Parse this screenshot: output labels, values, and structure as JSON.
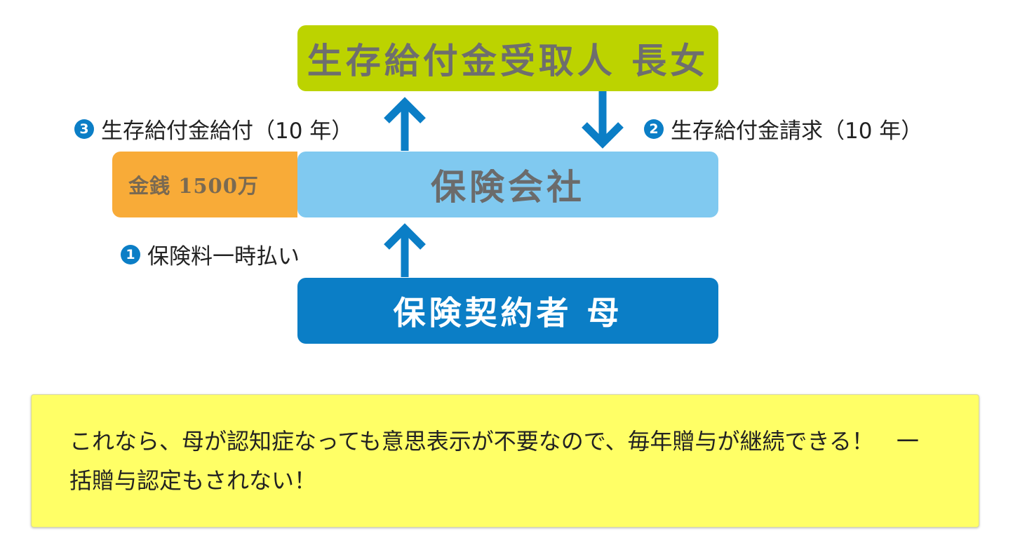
{
  "diagram": {
    "receiver": {
      "label": "生存給付金受取人 長女",
      "bg": "#bcd300",
      "fg": "#6e6e6e"
    },
    "company": {
      "label": "保険会社",
      "bg": "#80c9f0",
      "fg": "#6b6b6b"
    },
    "money": {
      "label": "金銭 1500万",
      "bg": "#f8ab38",
      "fg": "#7a6a52"
    },
    "contractor": {
      "label": "保険契約者 母",
      "bg": "#0b7ec6",
      "fg": "#ffffff"
    },
    "steps": [
      {
        "num": "1",
        "label": "保険料一時払い"
      },
      {
        "num": "2",
        "label": "生存給付金請求（10 年）"
      },
      {
        "num": "3",
        "label": "生存給付金給付（10 年）"
      }
    ],
    "step_badge_color": "#0b7ec6",
    "arrow_color": "#0b7ec6"
  },
  "note": {
    "text": "これなら、母が認知症なっても意思表示が不要なので、毎年贈与が継続できる！　一括贈与認定もされない！",
    "bg": "#ffff66"
  }
}
